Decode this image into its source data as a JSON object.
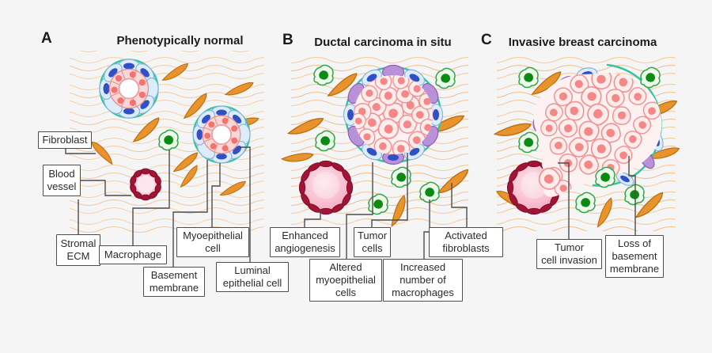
{
  "background_color": "#f5f5f5",
  "panels": [
    {
      "letter": "A",
      "title": "Phenotypically normal"
    },
    {
      "letter": "B",
      "title": "Ductal carcinoma in situ"
    },
    {
      "letter": "C",
      "title": "Invasive breast carcinoma"
    }
  ],
  "labels": {
    "fibroblast": "Fibroblast",
    "blood_vessel": "Blood\nvessel",
    "stromal_ecm": "Stromal\nECM",
    "macrophage": "Macrophage",
    "myoepithelial_cell": "Myoepithelial\ncell",
    "basement_membrane": "Basement\nmembrane",
    "luminal_epithelial_cell": "Luminal\nepithelial cell",
    "enhanced_angiogenesis": "Enhanced\nangiogenesis",
    "tumor_cells": "Tumor\ncells",
    "activated_fibroblasts": "Activated\nfibroblasts",
    "altered_myoepithelial_cells": "Altered\nmyoepithelial\ncells",
    "increased_macrophages": "Increased\nnumber of\nmacrophages",
    "tumor_cell_invasion": "Tumor\ncell invasion",
    "loss_of_basement_membrane": "Loss of\nbasement\nmembrane"
  },
  "legend_colors": {
    "basement_membrane_teal": "#35c4a2",
    "myoepithelial_nucleus_blue": "#3050c8",
    "altered_myoepithelial_purple": "#b991d8",
    "luminal_epithelial_pink": "#f3736f",
    "tumor_cell_pink": "#f58787",
    "macrophage_green": "#0c8a12",
    "fibroblast_orange": "#e8932b",
    "blood_vessel_red": "#a21336",
    "stromal_ecm_peach": "#f4cfa5"
  }
}
